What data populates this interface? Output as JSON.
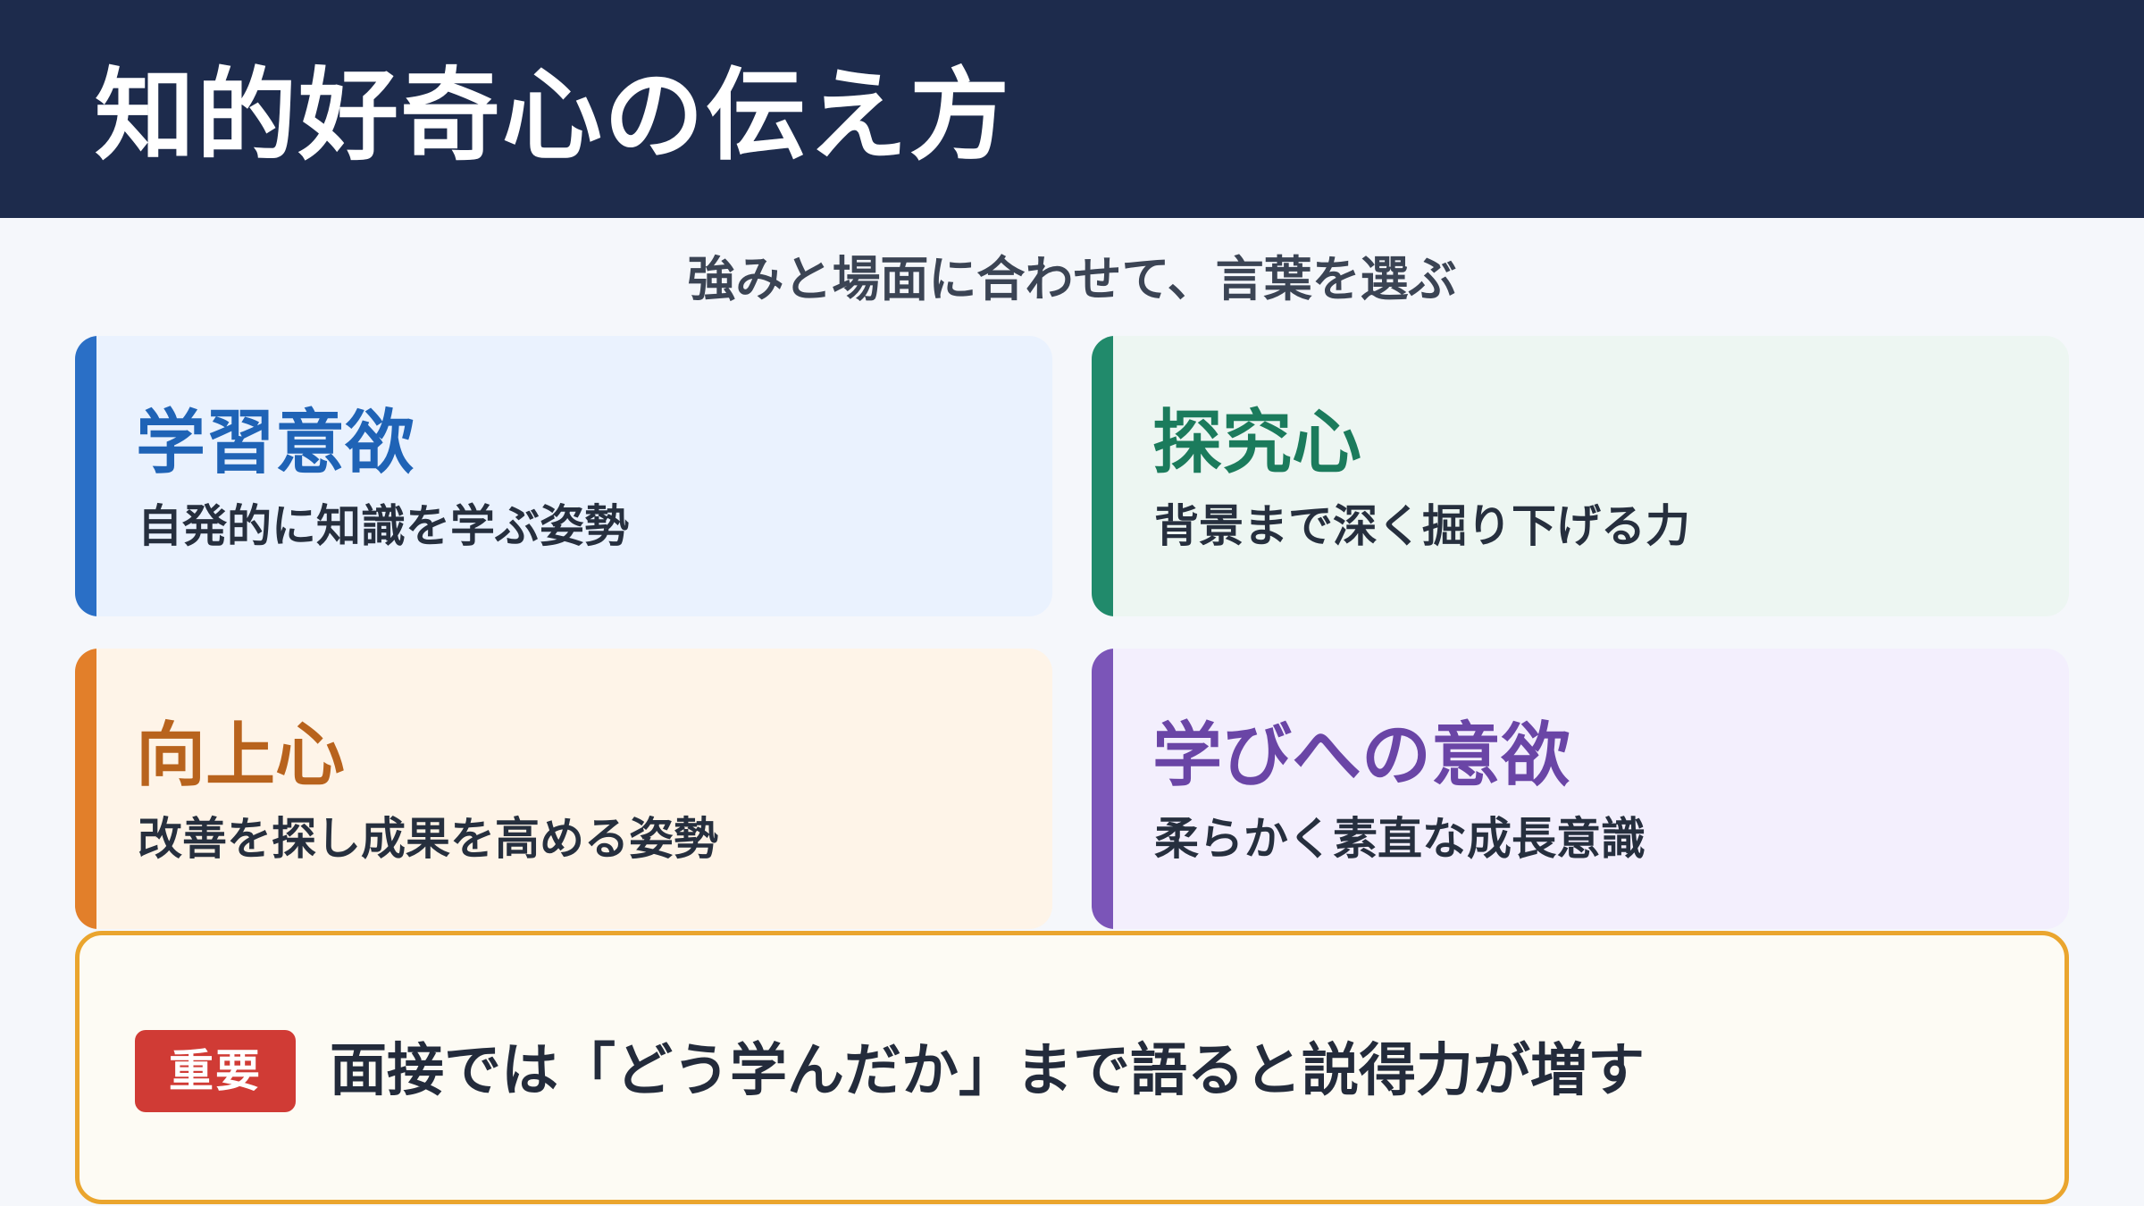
{
  "header": {
    "title": "知的好奇心の伝え方"
  },
  "subtitle": "強みと場面に合わせて、言葉を選ぶ",
  "cards": [
    {
      "title": "学習意欲",
      "description": "自発的に知識を学ぶ姿勢",
      "accent": "#2a6fc6"
    },
    {
      "title": "探究心",
      "description": "背景まで深く掘り下げる力",
      "accent": "#218a6b"
    },
    {
      "title": "向上心",
      "description": "改善を探し成果を高める姿勢",
      "accent": "#e27f2a"
    },
    {
      "title": "学びへの意欲",
      "description": "柔らかく素直な成長意識",
      "accent": "#7b55b8"
    }
  ],
  "note": {
    "badge": "重要",
    "text": "面接では「どう学んだか」まで語ると説得力が増す",
    "border_color": "#eaa52e"
  },
  "colors": {
    "header_bg": "#1d2b4c",
    "page_bg": "#f5f7fb",
    "badge_bg": "#d03b35"
  }
}
